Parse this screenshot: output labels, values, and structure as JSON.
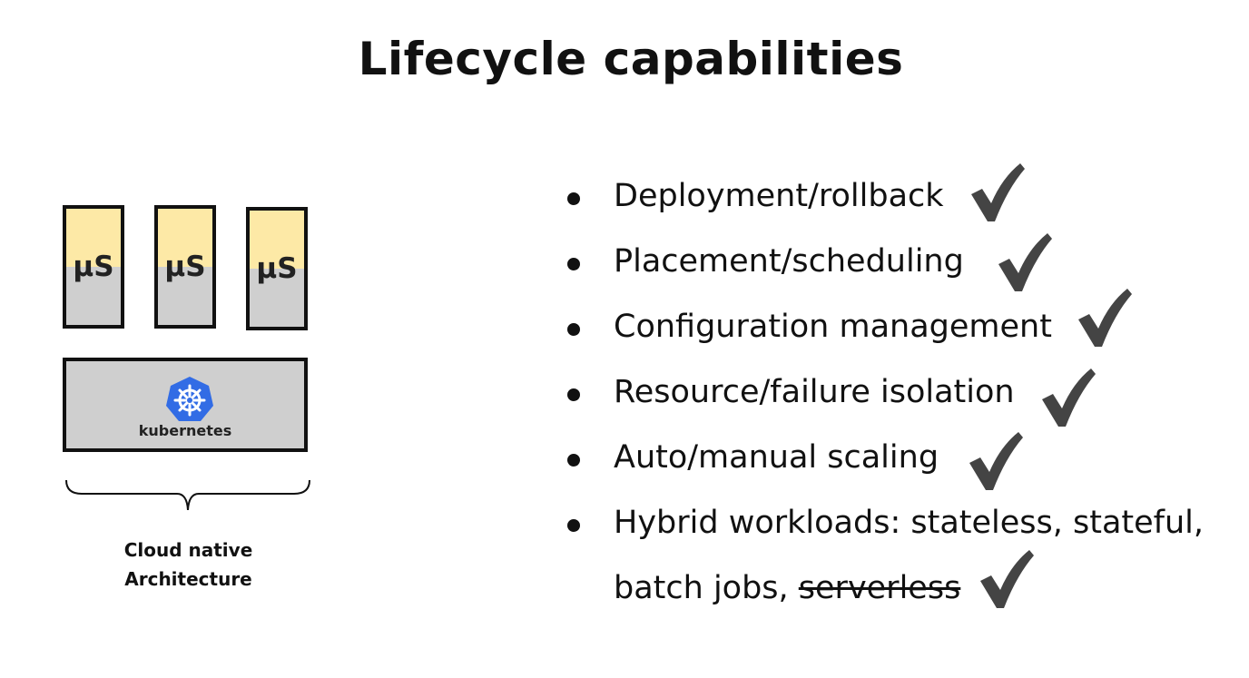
{
  "title": "Lifecycle capabilities",
  "diagram": {
    "microservice_label": "µS",
    "platform_label": "kubernetes",
    "caption_line1": "Cloud native",
    "caption_line2": "Architecture"
  },
  "capabilities": [
    {
      "text": "Deployment/rollback",
      "checked": true
    },
    {
      "text": "Placement/scheduling",
      "checked": true
    },
    {
      "text": "Configuration management",
      "checked": true
    },
    {
      "text": "Resource/failure isolation",
      "checked": true
    },
    {
      "text": "Auto/manual scaling",
      "checked": true
    },
    {
      "text": "Hybrid workloads: stateless, stateful,",
      "text_line2": "batch jobs, ",
      "struck": "serverless",
      "checked": true
    }
  ],
  "colors": {
    "yellow": "#fde9a6",
    "gray": "#cfcfcf",
    "k8s_blue": "#326ce5",
    "check": "#444444"
  }
}
